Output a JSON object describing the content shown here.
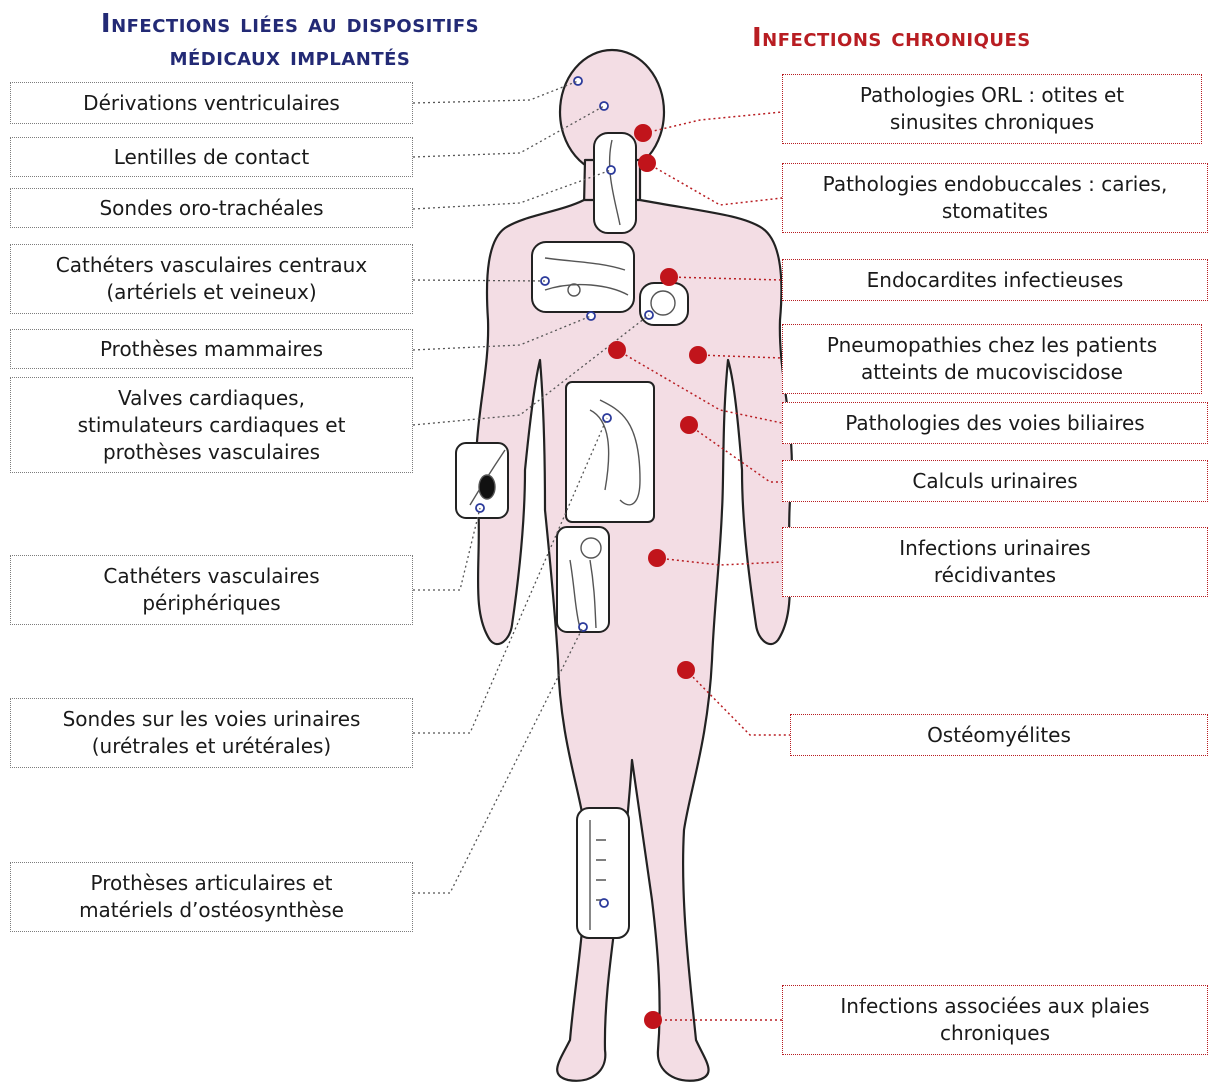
{
  "headings": {
    "left": "Infections liées au dispositifs\nmédicaux implantés",
    "right": "Infections chroniques"
  },
  "colors": {
    "device_title": "#232a75",
    "chronic_title": "#b81d22",
    "infection_dot": "#c1141b",
    "device_dot": "#2b3a9b",
    "skin": "#f3dde4"
  },
  "device_labels": [
    "Dérivations ventriculaires",
    "Lentilles de contact",
    "Sondes oro-trachéales",
    "Cathéters vasculaires centraux\n(artériels et veineux)",
    "Prothèses mammaires",
    "Valves cardiaques,\nstimulateurs cardiaques et\nprothèses vasculaires",
    "Cathéters vasculaires\npériphériques",
    "Sondes sur les voies urinaires\n(urétrales et urétérales)",
    "Prothèses articulaires et\nmatériels d’ostéosynthèse"
  ],
  "chronic_labels": [
    "Pathologies ORL : otites et\nsinusites chroniques",
    "Pathologies endobuccales : caries,\nstomatites",
    "Endocardites infectieuses",
    "Pneumopathies chez les patients\natteints de mucoviscidose",
    "Pathologies des voies biliaires",
    "Calculs urinaires",
    "Infections urinaires\nrécidivantes",
    "Ostéomyélites",
    "Infections associées aux plaies\nchroniques"
  ]
}
